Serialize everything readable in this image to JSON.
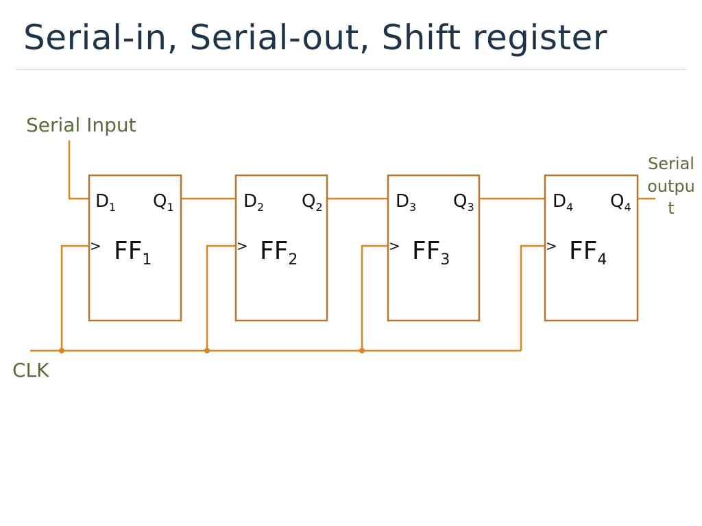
{
  "title": "Serial-in, Serial-out, Shift register",
  "labels": {
    "serial_input": "Serial Input",
    "serial_output_lines": [
      "Serial",
      "outpu",
      "t"
    ],
    "clk": "CLK"
  },
  "flip_flops": [
    {
      "d": "D",
      "q": "Q",
      "name": "FF",
      "index": "1",
      "clock_mark": ">"
    },
    {
      "d": "D",
      "q": "Q",
      "name": "FF",
      "index": "2",
      "clock_mark": ">"
    },
    {
      "d": "D",
      "q": "Q",
      "name": "FF",
      "index": "3",
      "clock_mark": ">"
    },
    {
      "d": "D",
      "q": "Q",
      "name": "FF",
      "index": "4",
      "clock_mark": ">"
    }
  ],
  "colors": {
    "wire": "#d9861c",
    "box": "#b8742c",
    "title": "#1f3349",
    "label": "#5a6a3c"
  }
}
